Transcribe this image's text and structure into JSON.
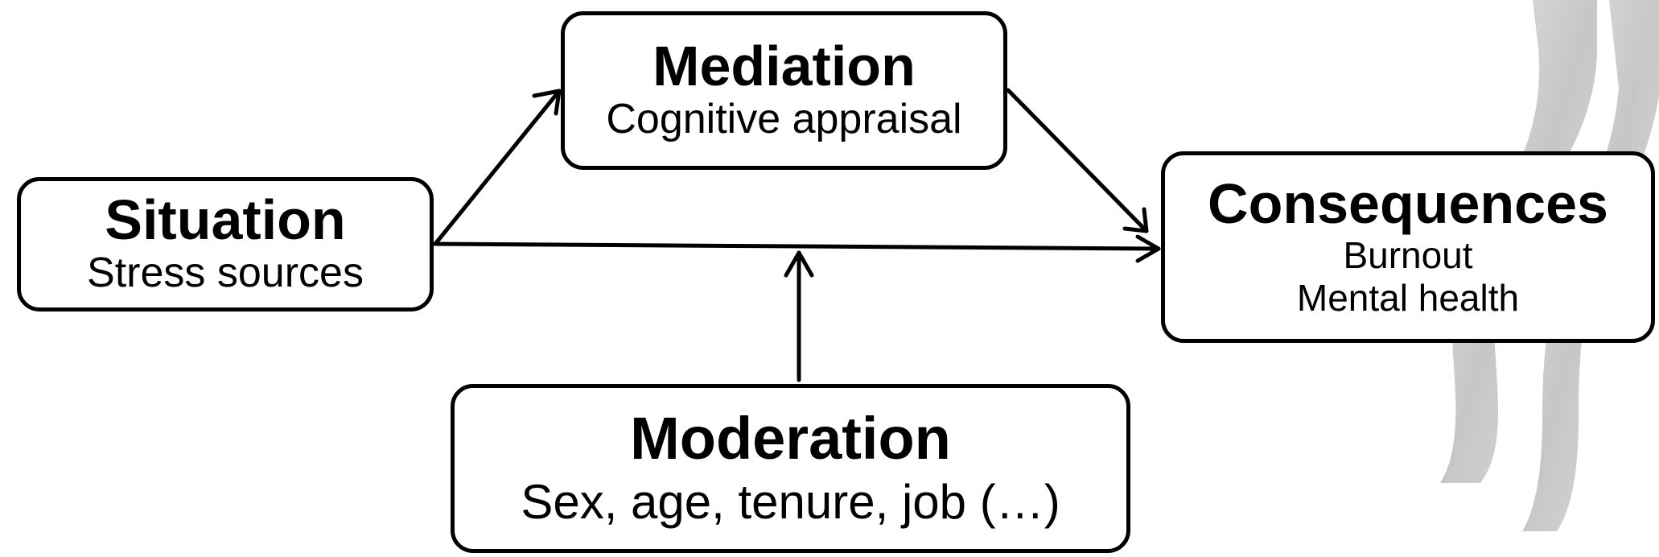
{
  "boxes": {
    "situation": {
      "title": "Situation",
      "lines": [
        "Stress sources"
      ]
    },
    "mediation": {
      "title": "Mediation",
      "lines": [
        "Cognitive appraisal"
      ]
    },
    "consequences": {
      "title": "Consequences",
      "lines": [
        "Burnout",
        "Mental health"
      ]
    },
    "moderation": {
      "title": "Moderation",
      "lines": [
        "Sex, age, tenure, job (…)"
      ]
    }
  },
  "colors": {
    "stroke": "#000000",
    "background": "#ffffff",
    "watermark": "#c8c8c8"
  },
  "decoration": {
    "watermark_icon": "curved-bracket-watermark-icon"
  }
}
